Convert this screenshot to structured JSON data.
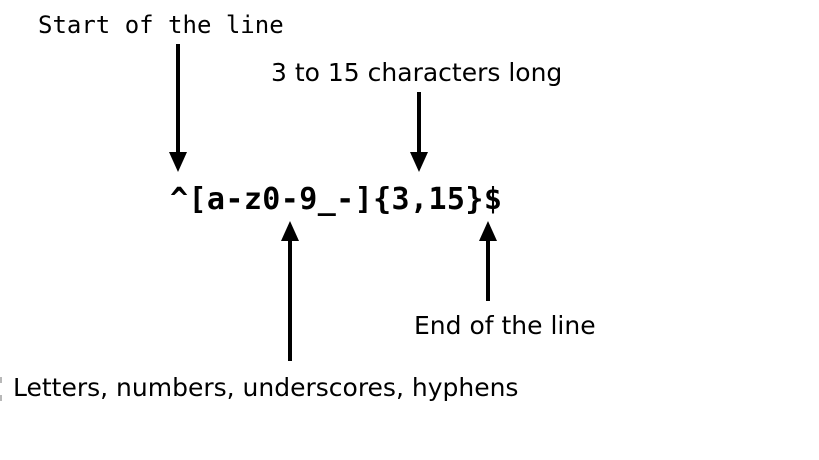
{
  "diagram": {
    "title_context": "regex-explanation",
    "regex_pattern": "^[a-z0-9_-]{3,15}$",
    "annotations": {
      "start_anchor": {
        "label": "Start of the line",
        "points_to": "^"
      },
      "quantifier": {
        "label": "3 to 15 characters long",
        "points_to": "{3,15}"
      },
      "end_anchor": {
        "label": "End of the line",
        "points_to": "$"
      },
      "char_class": {
        "label": "Letters, numbers, underscores, hyphens",
        "points_to": "[a-z0-9_-]"
      }
    },
    "colors": {
      "text": "#000000",
      "arrow": "#000000",
      "background": "#ffffff"
    }
  }
}
